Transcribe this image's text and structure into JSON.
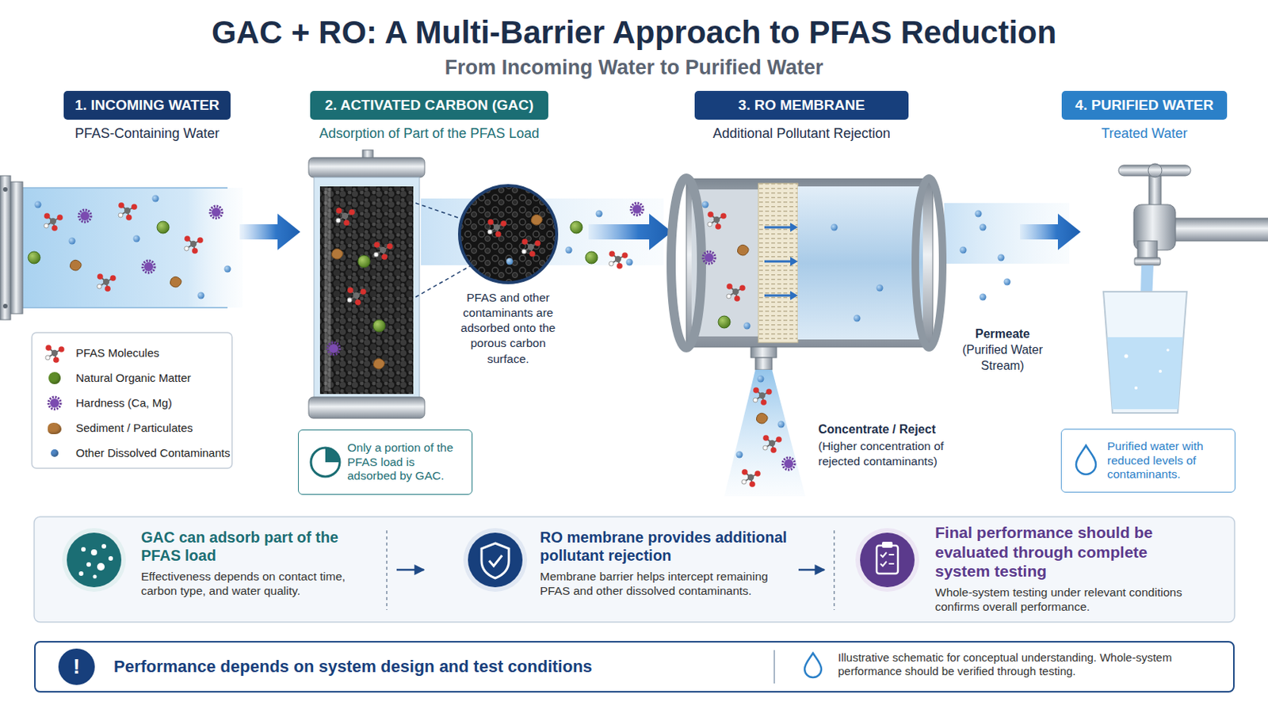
{
  "diagram": {
    "title": "GAC + RO: A Multi-Barrier Approach to PFAS Reduction",
    "nodes": [
      {
        "text": [
          "1. INCOMING WATER"
        ]
      },
      {
        "text": [
          "2. ACTIVATED CARBON (GAC)"
        ]
      },
      {
        "text": [
          "3. RO MEMBRANE"
        ]
      },
      {
        "text": [
          "4. PURIFIED WATER"
        ]
      },
      {
        "text": [
          "Only a portion of the PFAS load is adsorbed by GAC."
        ]
      },
      {
        "text": [
          "Purified water with reduced levels of contaminants."
        ]
      },
      {
        "text": [
          "GAC can adsorb part of the PFAS load",
          "Effectiveness depends on contact time, carbon type, and water quality."
        ]
      },
      {
        "text": [
          "RO membrane provides additional pollutant rejection",
          "Membrane barrier helps intercept remaining PFAS and other dissolved contaminants."
        ]
      },
      {
        "text": [
          "Final performance should be evaluated through complete system testing",
          "Whole-system testing under relevant conditions confirms overall performance."
        ]
      },
      {
        "text": [
          "!",
          "Performance depends on system design and test conditions",
          "Illustrative schematic for conceptual understanding. Whole-system performance should be verified through testing."
        ]
      }
    ],
    "edges": [
      {
        "from": 6,
        "to": 7,
        "arrow": "to"
      },
      {
        "from": 7,
        "to": 8,
        "arrow": "to"
      }
    ],
    "labels": [
      "From Incoming Water to Purified Water",
      "PFAS-Containing Water",
      "Adsorption of Part of the PFAS Load",
      "Additional Pollutant Rejection",
      "Treated Water",
      "PFAS and other contaminants are adsorbed onto the porous carbon surface.",
      "Permeate",
      "(Purified Water Stream)",
      "Concentrate / Reject",
      "(Higher concentration of rejected contaminants)"
    ],
    "legend": [
      {
        "text": "PFAS Molecules"
      },
      {
        "text": "Natural Organic Matter",
        "color": "#5e8c28"
      },
      {
        "text": "Hardness (Ca, Mg)"
      },
      {
        "text": "Sediment / Particulates",
        "color": "#b3783a"
      },
      {
        "text": "Other Dissolved Contaminants",
        "color": "#4f86c4"
      }
    ]
  }
}
